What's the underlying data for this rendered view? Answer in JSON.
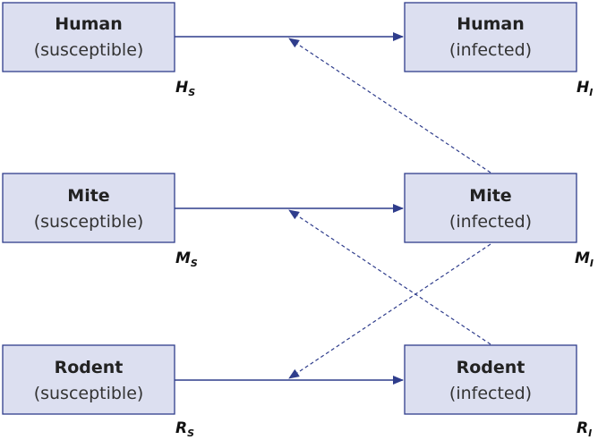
{
  "nodes": [
    {
      "id": "hs",
      "title": "Human",
      "subtitle": "(susceptible)",
      "symbol": "H",
      "symbol_sub": "S"
    },
    {
      "id": "hi",
      "title": "Human",
      "subtitle": "(infected)",
      "symbol": "H",
      "symbol_sub": "I"
    },
    {
      "id": "ms",
      "title": "Mite",
      "subtitle": "(susceptible)",
      "symbol": "M",
      "symbol_sub": "S"
    },
    {
      "id": "mi",
      "title": "Mite",
      "subtitle": "(infected)",
      "symbol": "M",
      "symbol_sub": "I"
    },
    {
      "id": "rs",
      "title": "Rodent",
      "subtitle": "(susceptible)",
      "symbol": "R",
      "symbol_sub": "S"
    },
    {
      "id": "ri",
      "title": "Rodent",
      "subtitle": "(infected)",
      "symbol": "R",
      "symbol_sub": "I"
    }
  ],
  "edges": [
    {
      "from": "hs",
      "to": "hi",
      "style": "solid"
    },
    {
      "from": "ms",
      "to": "mi",
      "style": "solid"
    },
    {
      "from": "rs",
      "to": "ri",
      "style": "solid"
    },
    {
      "from": "mi",
      "to": "hs-hi-arrow",
      "style": "dashed"
    },
    {
      "from": "ri",
      "to": "ms-mi-arrow",
      "style": "dashed"
    },
    {
      "from": "mi",
      "to": "rs-ri-arrow",
      "style": "dashed"
    }
  ],
  "colors": {
    "box_fill": "#dcdff0",
    "stroke": "#2f3d8c"
  }
}
